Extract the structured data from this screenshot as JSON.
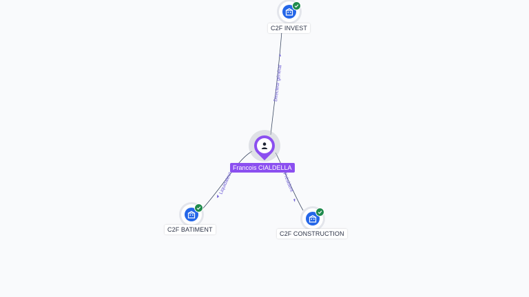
{
  "person": {
    "name": "Francois CIALDELLA",
    "icon": "person-icon",
    "color": "#8b4ff0"
  },
  "companies": [
    {
      "key": "invest",
      "label": "C2F INVEST",
      "icon": "building-icon",
      "verified": true
    },
    {
      "key": "batiment",
      "label": "C2F BATIMENT",
      "icon": "building-icon",
      "verified": true
    },
    {
      "key": "construction",
      "label": "C2F CONSTRUCTION",
      "icon": "building-icon",
      "verified": true
    }
  ],
  "edges": [
    {
      "to": "invest",
      "role": "Directeur général"
    },
    {
      "to": "batiment",
      "role": "Liquidateur"
    },
    {
      "to": "construction",
      "role": "Président"
    }
  ],
  "colors": {
    "company": "#2466e8",
    "verified": "#1f8a4c",
    "edge_label": "#6d5bd6",
    "edge_line": "#3d4a63"
  }
}
